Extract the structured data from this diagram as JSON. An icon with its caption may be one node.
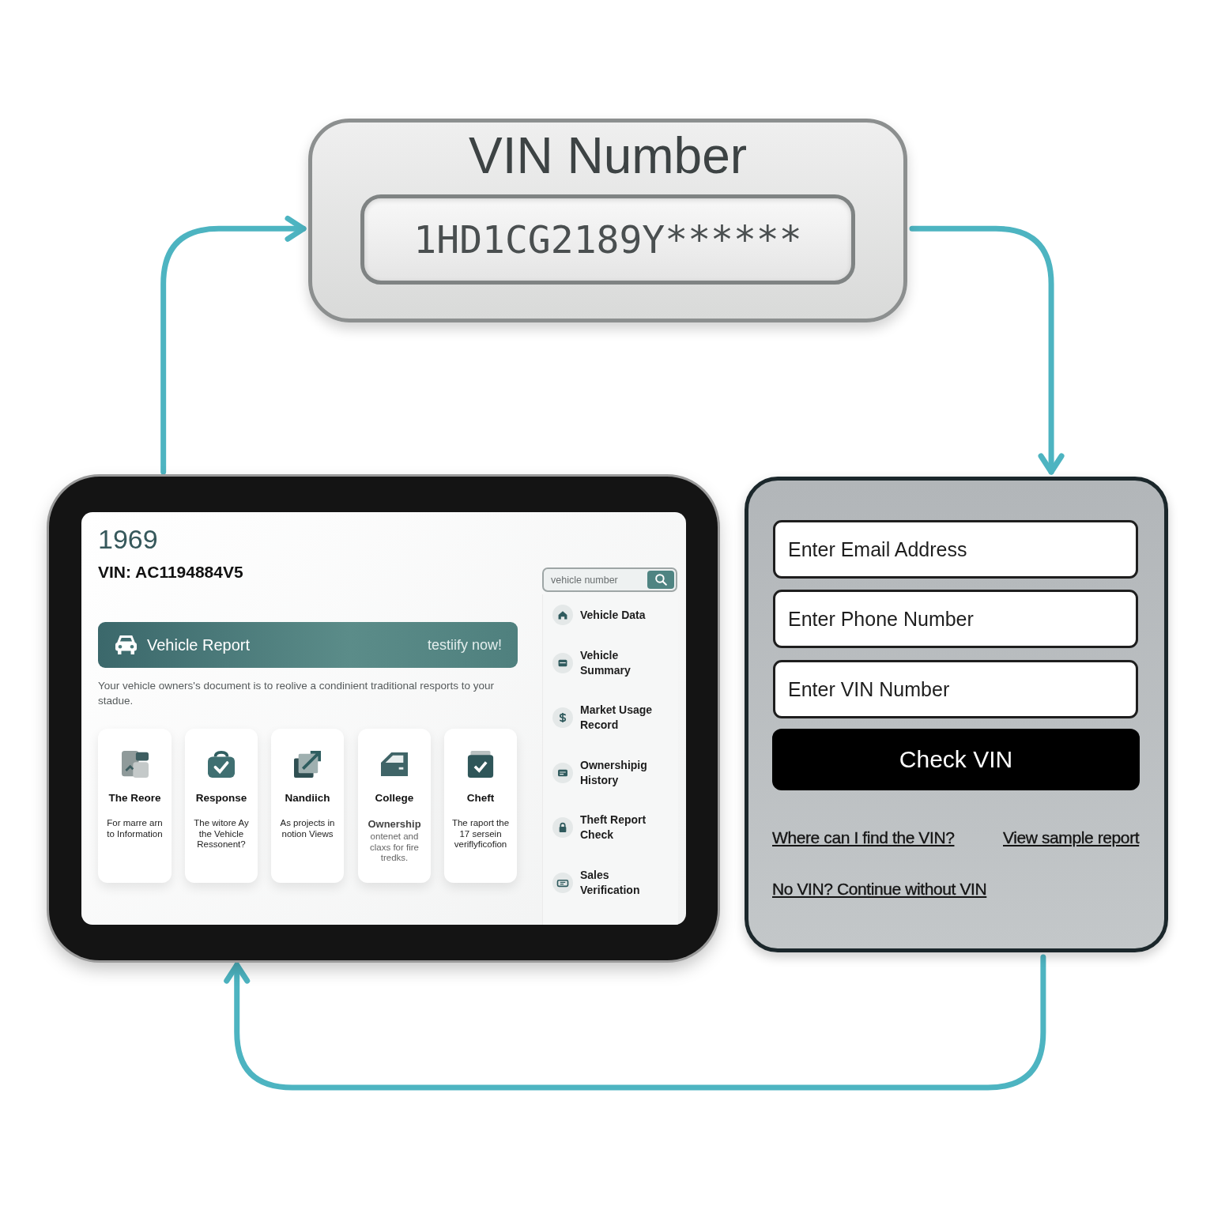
{
  "diagram": {
    "nodes": [
      {
        "text": [
          "VIN Number"
        ]
      },
      {
        "text": [
          "1HD1CG2189Y******"
        ],
        "in": 0
      },
      {
        "text": [
          "1969",
          "VIN: AC1194884V5",
          "Your vehicle owners's document is to reolive a condinient traditional resports to your stadue."
        ]
      },
      {
        "text": [
          "Vehicle Report",
          "testiify now!"
        ],
        "in": 2
      },
      {
        "text": [
          "The Reore",
          "For marre arn to Information"
        ],
        "in": 2
      },
      {
        "text": [
          "Response",
          "The witore Ay the Vehicle Ressonent?"
        ],
        "in": 2
      },
      {
        "text": [
          "Nandiich",
          "As projects in notion Views"
        ],
        "in": 2
      },
      {
        "text": [
          "College",
          "Ownership",
          "ontenet and claxs for fire tredks."
        ],
        "in": 2
      },
      {
        "text": [
          "Cheft",
          "The raport the 17 sersein veriflyficofion"
        ],
        "in": 2
      },
      {
        "text": [
          "vehicle number"
        ],
        "in": 2
      },
      {
        "text": [
          "Vehicle Data",
          "Vehicle Summary",
          "Market Usage Record",
          "Ownershipig History",
          "Theft Report Check",
          "Sales Verification"
        ],
        "in": 2
      },
      {
        "text": [
          "Where can I find the VIN?",
          "View sample report",
          "No VIN? Continue without VIN"
        ]
      },
      {
        "text": [
          "Enter Email Address"
        ],
        "in": 11
      },
      {
        "text": [
          "Enter Phone Number"
        ],
        "in": 11
      },
      {
        "text": [
          "Enter VIN Number"
        ],
        "in": 11
      },
      {
        "text": [
          "Check VIN"
        ],
        "in": 11
      }
    ],
    "edges": [
      {
        "from": 0,
        "to": 11,
        "arrow": "to"
      },
      {
        "from": 11,
        "to": 2,
        "arrow": "to"
      },
      {
        "from": 2,
        "to": 0,
        "arrow": "to"
      }
    ]
  }
}
